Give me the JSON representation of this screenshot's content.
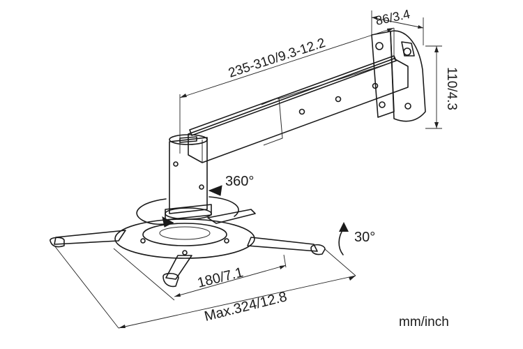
{
  "labels": {
    "bracket_depth": "86/3.4",
    "arm_length": "235-310/9.3-12.2",
    "wall_plate_height": "110/4.3",
    "rotation": "360°",
    "tilt": "30°",
    "plate_diameter": "180/7.1",
    "max_span": "Max.324/12.8",
    "units": "mm/inch"
  }
}
